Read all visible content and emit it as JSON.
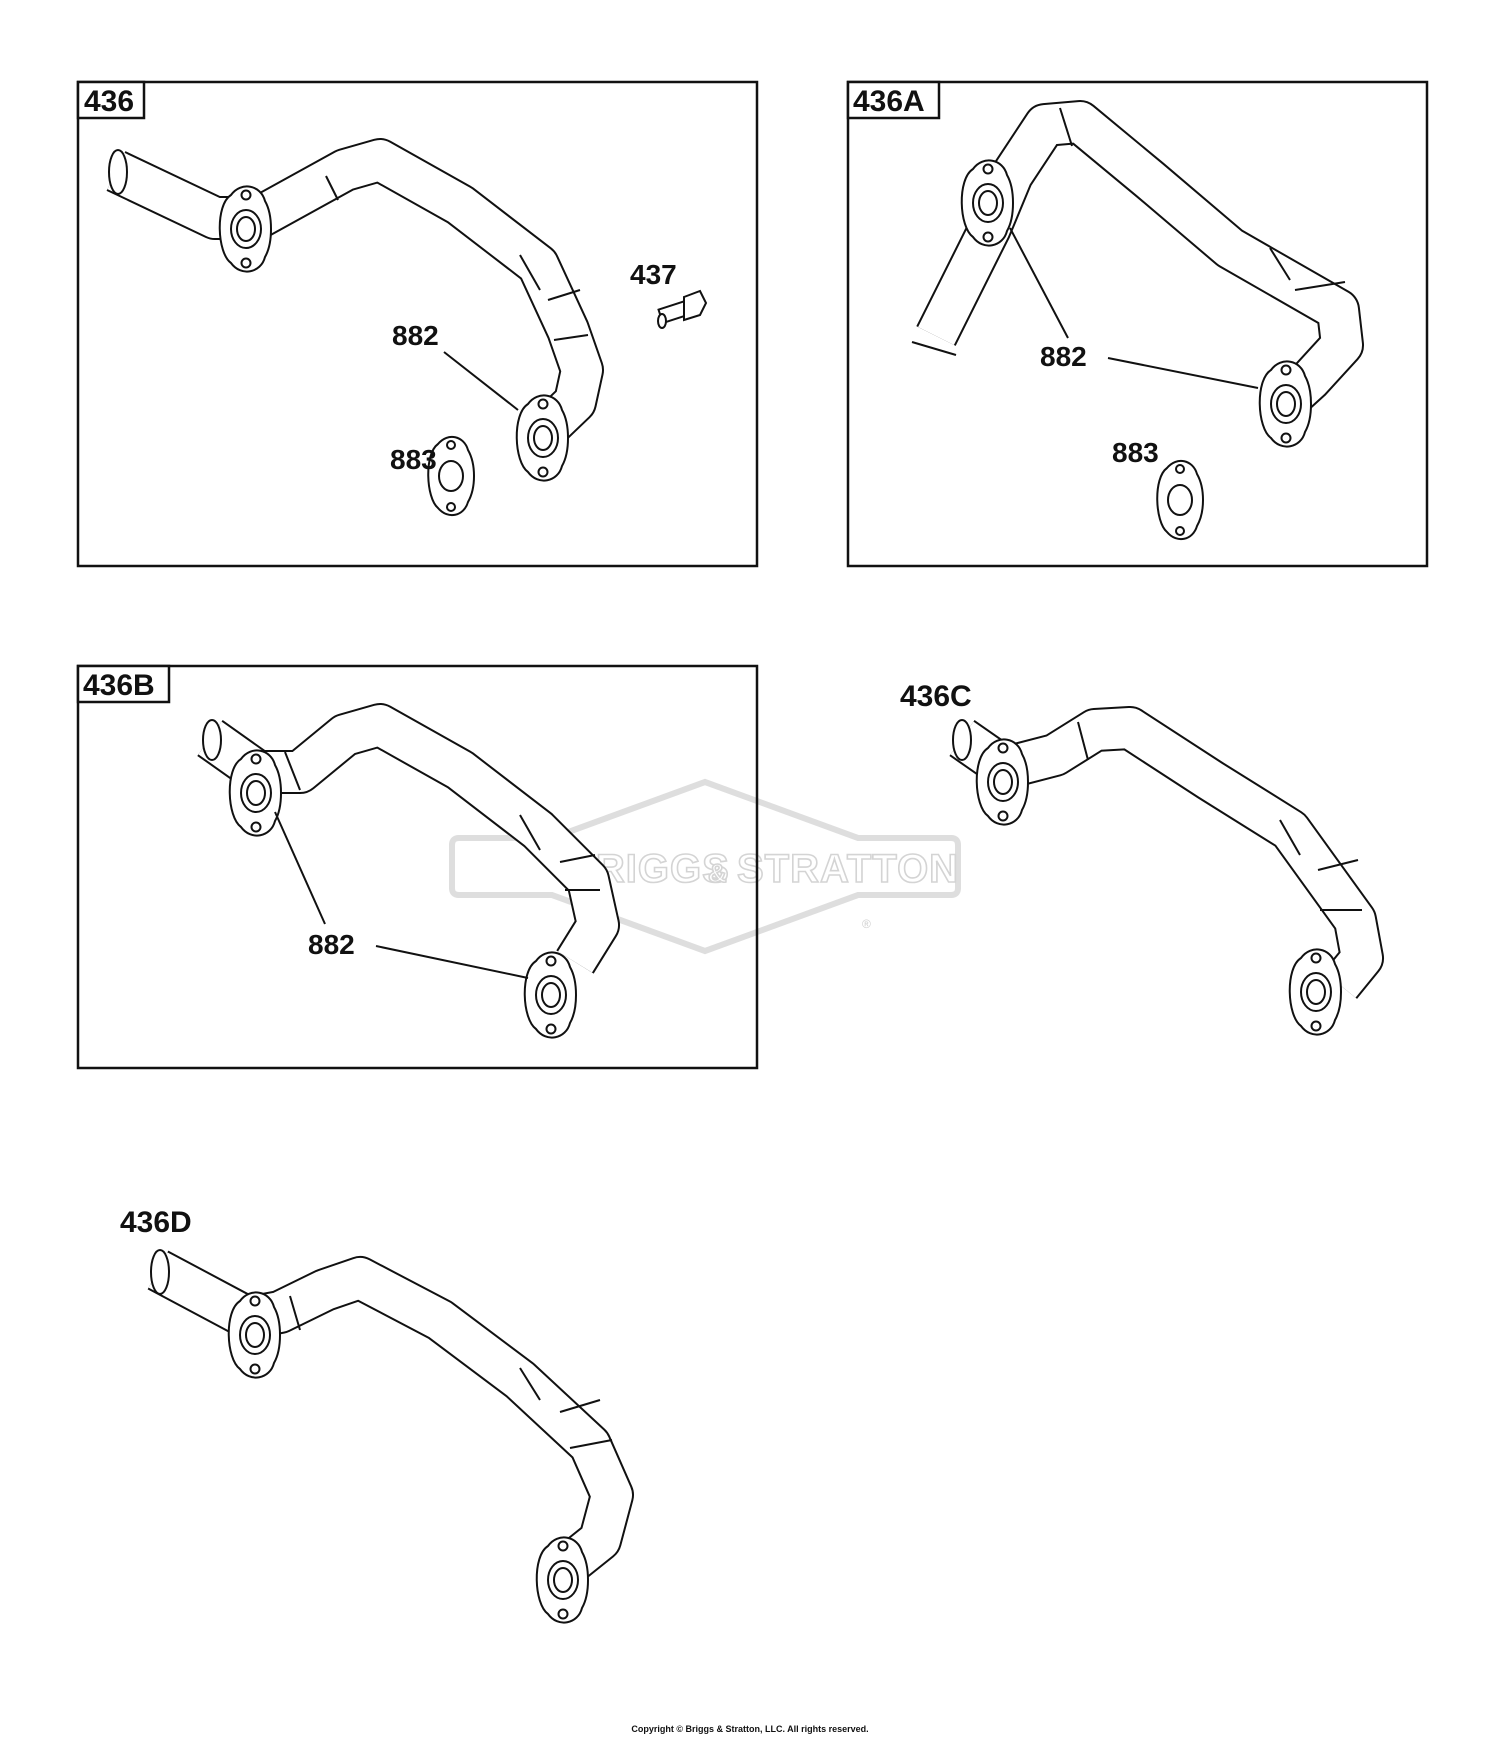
{
  "panels": [
    {
      "id": "436",
      "callouts": [
        "437",
        "882",
        "883"
      ]
    },
    {
      "id": "436A",
      "callouts": [
        "882",
        "883"
      ]
    },
    {
      "id": "436B",
      "callouts": [
        "882"
      ]
    },
    {
      "id": "436C",
      "callouts": []
    },
    {
      "id": "436D",
      "callouts": []
    }
  ],
  "labels": {
    "p436": "436",
    "p436a": "436A",
    "p436b": "436B",
    "p436c": "436C",
    "p436d": "436D",
    "c437": "437",
    "c882": "882",
    "c883": "883"
  },
  "watermark": {
    "brand_left": "BRIGGS",
    "amp": "&",
    "brand_right": "STRATTON",
    "reg": "®"
  },
  "footer": {
    "copyright": "Copyright © Briggs & Stratton, LLC. All rights reserved."
  },
  "colors": {
    "line": "#111111",
    "background": "#ffffff",
    "watermark": "#d4d4d4"
  }
}
